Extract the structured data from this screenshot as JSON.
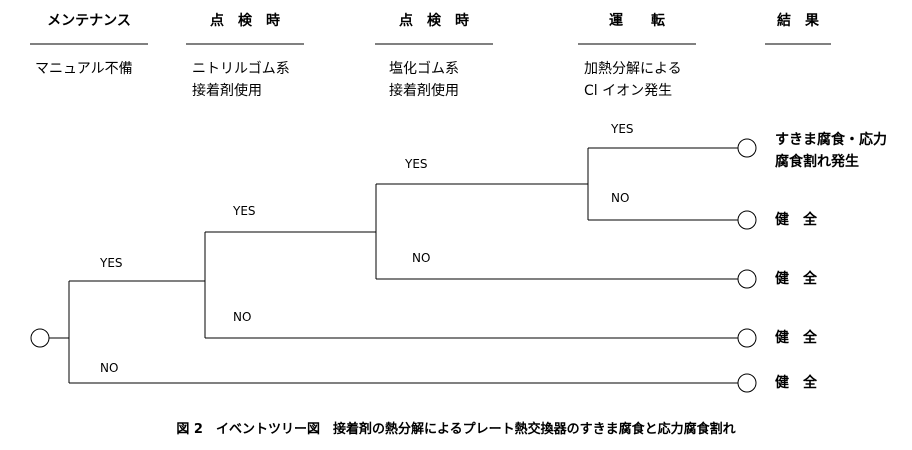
{
  "headers": {
    "h1": "メンテナンス",
    "h2": "点　検　時",
    "h3": "点　検　時",
    "h4": "運　　転",
    "h5": "結　果"
  },
  "conditions": {
    "c1_line1": "マニュアル不備",
    "c2_line1": "ニトリルゴム系",
    "c2_line2": "接着剤使用",
    "c3_line1": "塩化ゴム系",
    "c3_line2": "接着剤使用",
    "c4_line1": "加熱分解による",
    "c4_line2": "Cl イオン発生"
  },
  "branches": {
    "b1_yes": "YES",
    "b1_no": "NO",
    "b2_yes": "YES",
    "b2_no": "NO",
    "b3_yes": "YES",
    "b3_no": "NO",
    "b4_yes": "YES",
    "b4_no": "NO"
  },
  "results": {
    "r1_line1": "すきま腐食・応力",
    "r1_line2": "腐食割れ発生",
    "r2": "健　全",
    "r3": "健　全",
    "r4": "健　全",
    "r5": "健　全"
  },
  "caption": "図 2　イベントツリー図　接着剤の熱分解によるプレート熱交換器のすきま腐食と応力腐食割れ"
}
